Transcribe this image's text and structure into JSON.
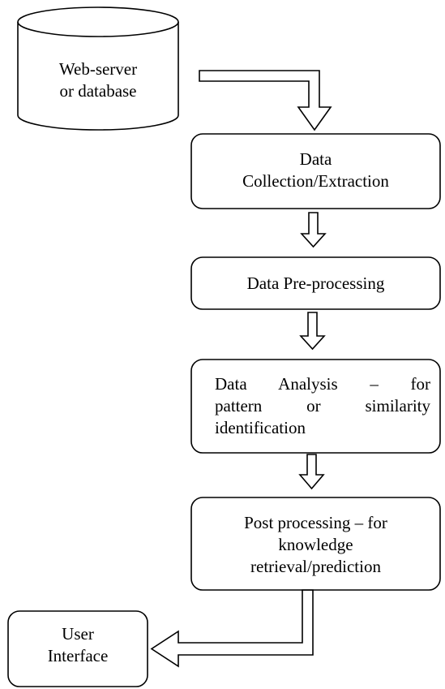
{
  "diagram": {
    "nodes": {
      "source": {
        "lines": [
          "Web-server",
          "or database"
        ]
      },
      "collection": {
        "lines": [
          "Data",
          "Collection/Extraction"
        ]
      },
      "preprocessing": {
        "lines": [
          "Data Pre-processing"
        ]
      },
      "analysis": {
        "lines": [
          "Data  Analysis  –  for",
          "pattern   or   similarity",
          "identification"
        ]
      },
      "postprocessing": {
        "lines": [
          "Post processing – for",
          "knowledge",
          "retrieval/prediction"
        ]
      },
      "ui": {
        "lines": [
          "User",
          "Interface"
        ]
      }
    }
  }
}
